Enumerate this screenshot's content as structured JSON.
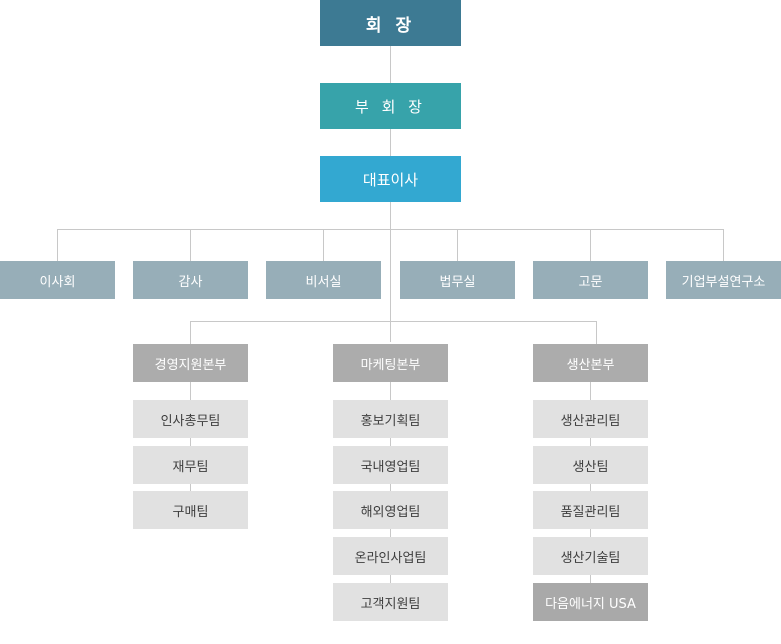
{
  "chairman": "회 장",
  "vice_chairman": "부 회 장",
  "ceo": "대표이사",
  "staff_units": [
    "이사회",
    "감사",
    "비서실",
    "법무실",
    "고문",
    "기업부설연구소"
  ],
  "divisions": [
    {
      "name": "경영지원본부",
      "teams": [
        "인사총무팀",
        "재무팀",
        "구매팀"
      ]
    },
    {
      "name": "마케팅본부",
      "teams": [
        "홍보기획팀",
        "국내영업팀",
        "해외영업팀",
        "온라인사업팀",
        "고객지원팀"
      ]
    },
    {
      "name": "생산본부",
      "teams": [
        "생산관리팀",
        "생산팀",
        "품질관리팀",
        "생산기술팀",
        "다음에너지 USA"
      ]
    }
  ],
  "colors": {
    "chairman": "#3d7a93",
    "vice_chairman": "#37a3aa",
    "ceo": "#33a8d1",
    "staff": "#97aeb8",
    "division": "#acacac",
    "team": "#e1e1e1",
    "subsidiary": "#a9a9a9"
  }
}
